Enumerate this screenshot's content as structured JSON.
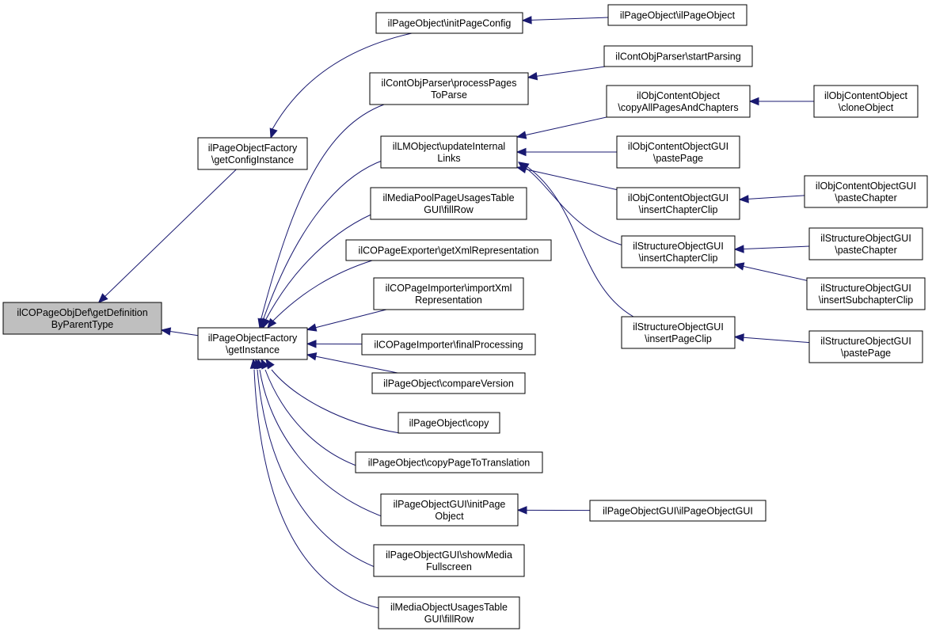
{
  "colors": {
    "edge": "#191970",
    "root_fill": "#bfbfbf",
    "node_fill": "#ffffff",
    "border": "#000000"
  },
  "nodes": {
    "root": {
      "lines": [
        "ilCOPageObjDef\\getDefinition",
        "ByParentType"
      ],
      "highlight": true
    },
    "factory_config": {
      "lines": [
        "ilPageObjectFactory",
        "\\getConfigInstance"
      ]
    },
    "factory_instance": {
      "lines": [
        "ilPageObjectFactory",
        "\\getInstance"
      ]
    },
    "init_page_config": {
      "lines": [
        "ilPageObject\\initPageConfig"
      ]
    },
    "page_object_ctor": {
      "lines": [
        "ilPageObject\\ilPageObject"
      ]
    },
    "process_pages": {
      "lines": [
        "ilContObjParser\\processPages",
        "ToParse"
      ]
    },
    "start_parsing": {
      "lines": [
        "ilContObjParser\\startParsing"
      ]
    },
    "update_links": {
      "lines": [
        "ilLMObject\\updateInternal",
        "Links"
      ]
    },
    "copy_all_pages": {
      "lines": [
        "ilObjContentObject",
        "\\copyAllPagesAndChapters"
      ]
    },
    "clone_object": {
      "lines": [
        "ilObjContentObject",
        "\\cloneObject"
      ]
    },
    "coo_paste_page": {
      "lines": [
        "ilObjContentObjectGUI",
        "\\pastePage"
      ]
    },
    "coo_insert_clip": {
      "lines": [
        "ilObjContentObjectGUI",
        "\\insertChapterClip"
      ]
    },
    "coo_paste_chapter": {
      "lines": [
        "ilObjContentObjectGUI",
        "\\pasteChapter"
      ]
    },
    "so_insert_clip": {
      "lines": [
        "ilStructureObjectGUI",
        "\\insertChapterClip"
      ]
    },
    "so_paste_chapter": {
      "lines": [
        "ilStructureObjectGUI",
        "\\pasteChapter"
      ]
    },
    "so_insert_sub": {
      "lines": [
        "ilStructureObjectGUI",
        "\\insertSubchapterClip"
      ]
    },
    "so_insert_page": {
      "lines": [
        "ilStructureObjectGUI",
        "\\insertPageClip"
      ]
    },
    "so_paste_page": {
      "lines": [
        "ilStructureObjectGUI",
        "\\pastePage"
      ]
    },
    "mp_fill_row": {
      "lines": [
        "ilMediaPoolPageUsagesTable",
        "GUI\\fillRow"
      ]
    },
    "exporter": {
      "lines": [
        "ilCOPageExporter\\getXmlRepresentation"
      ]
    },
    "importer_xml": {
      "lines": [
        "ilCOPageImporter\\importXml",
        "Representation"
      ]
    },
    "importer_final": {
      "lines": [
        "ilCOPageImporter\\finalProcessing"
      ]
    },
    "compare_version": {
      "lines": [
        "ilPageObject\\compareVersion"
      ]
    },
    "po_copy": {
      "lines": [
        "ilPageObject\\copy"
      ]
    },
    "copy_translation": {
      "lines": [
        "ilPageObject\\copyPageToTranslation"
      ]
    },
    "gui_init_page": {
      "lines": [
        "ilPageObjectGUI\\initPage",
        "Object"
      ]
    },
    "gui_ctor": {
      "lines": [
        "ilPageObjectGUI\\ilPageObjectGUI"
      ]
    },
    "gui_show_media": {
      "lines": [
        "ilPageObjectGUI\\showMedia",
        "Fullscreen"
      ]
    },
    "mo_fill_row": {
      "lines": [
        "ilMediaObjectUsagesTable",
        "GUI\\fillRow"
      ]
    }
  },
  "edges": [
    [
      "factory_config",
      "root"
    ],
    [
      "factory_instance",
      "root"
    ],
    [
      "init_page_config",
      "factory_config"
    ],
    [
      "page_object_ctor",
      "init_page_config"
    ],
    [
      "process_pages",
      "factory_instance"
    ],
    [
      "start_parsing",
      "process_pages"
    ],
    [
      "update_links",
      "factory_instance"
    ],
    [
      "copy_all_pages",
      "update_links"
    ],
    [
      "clone_object",
      "copy_all_pages"
    ],
    [
      "coo_paste_page",
      "update_links"
    ],
    [
      "coo_insert_clip",
      "update_links"
    ],
    [
      "coo_paste_chapter",
      "coo_insert_clip"
    ],
    [
      "so_insert_clip",
      "update_links"
    ],
    [
      "so_paste_chapter",
      "so_insert_clip"
    ],
    [
      "so_insert_sub",
      "so_insert_clip"
    ],
    [
      "so_insert_page",
      "update_links"
    ],
    [
      "so_paste_page",
      "so_insert_page"
    ],
    [
      "mp_fill_row",
      "factory_instance"
    ],
    [
      "exporter",
      "factory_instance"
    ],
    [
      "importer_xml",
      "factory_instance"
    ],
    [
      "importer_final",
      "factory_instance"
    ],
    [
      "compare_version",
      "factory_instance"
    ],
    [
      "po_copy",
      "factory_instance"
    ],
    [
      "copy_translation",
      "factory_instance"
    ],
    [
      "gui_init_page",
      "factory_instance"
    ],
    [
      "gui_ctor",
      "gui_init_page"
    ],
    [
      "gui_show_media",
      "factory_instance"
    ],
    [
      "mo_fill_row",
      "factory_instance"
    ]
  ]
}
